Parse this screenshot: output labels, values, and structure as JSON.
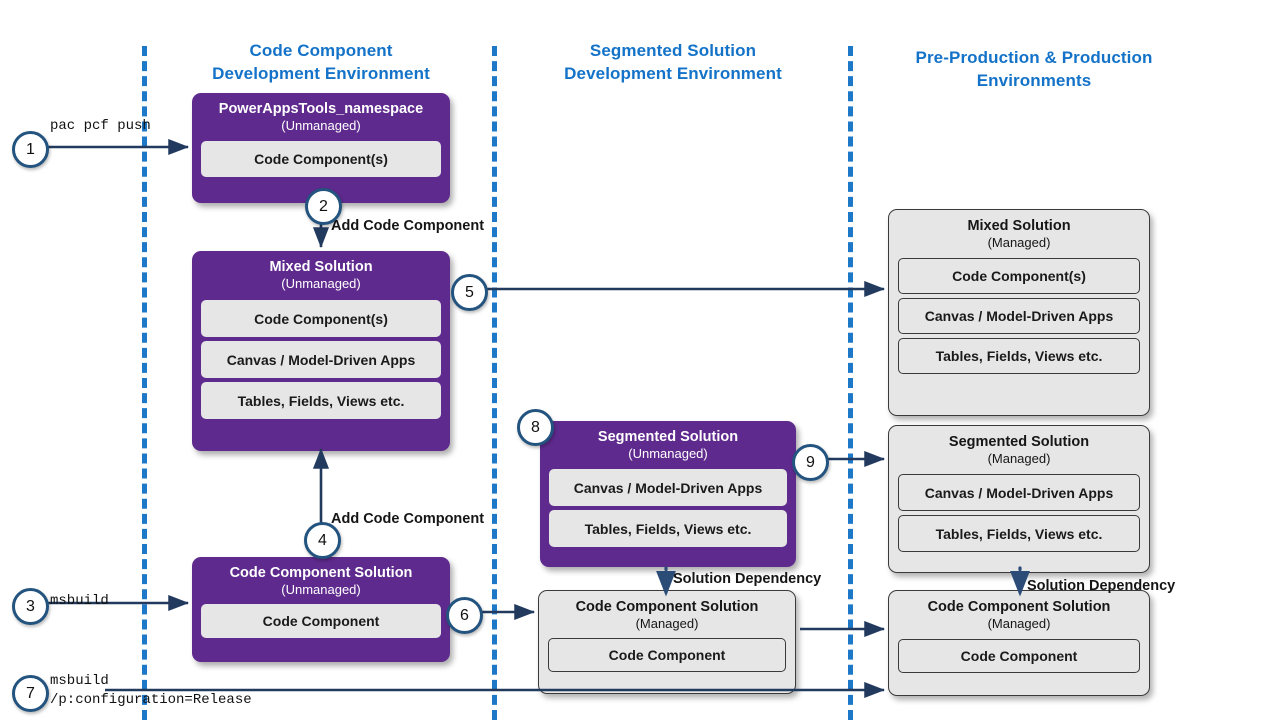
{
  "columns": [
    {
      "title_line1": "Code Component",
      "title_line2": "Development Environment"
    },
    {
      "title_line1": "Segmented Solution",
      "title_line2": "Development Environment"
    },
    {
      "title_line1": "Pre-Production & Production",
      "title_line2": "Environments"
    }
  ],
  "colors": {
    "unmanaged_fill": "#5F2A8E",
    "managed_fill": "#E6E6E6",
    "header_blue": "#1473C8",
    "divider_blue": "#1E78C8",
    "circle_ring": "#23537F",
    "connector": "#223A5E"
  },
  "boxes": {
    "powerapps_tools": {
      "title": "PowerAppsTools_namespace",
      "subtitle": "(Unmanaged)",
      "items": [
        "Code Component(s)"
      ]
    },
    "mixed_unmanaged": {
      "title": "Mixed Solution",
      "subtitle": "(Unmanaged)",
      "items": [
        "Code Component(s)",
        "Canvas / Model-Driven Apps",
        "Tables, Fields, Views etc."
      ]
    },
    "code_component_solution_unmanaged": {
      "title": "Code Component Solution",
      "subtitle": "(Unmanaged)",
      "items": [
        "Code Component"
      ]
    },
    "segmented_unmanaged": {
      "title": "Segmented Solution",
      "subtitle": "(Unmanaged)",
      "items": [
        "Canvas / Model-Driven Apps",
        "Tables, Fields, Views etc."
      ]
    },
    "code_component_solution_managed_mid": {
      "title": "Code Component Solution",
      "subtitle": "(Managed)",
      "items": [
        "Code Component"
      ]
    },
    "mixed_managed": {
      "title": "Mixed Solution",
      "subtitle": "(Managed)",
      "items": [
        "Code Component(s)",
        "Canvas / Model-Driven Apps",
        "Tables, Fields, Views etc."
      ]
    },
    "segmented_managed": {
      "title": "Segmented Solution",
      "subtitle": "(Managed)",
      "items": [
        "Canvas / Model-Driven Apps",
        "Tables, Fields, Views etc."
      ]
    },
    "code_component_solution_managed_right": {
      "title": "Code Component Solution",
      "subtitle": "(Managed)",
      "items": [
        "Code Component"
      ]
    }
  },
  "steps": [
    {
      "n": "1"
    },
    {
      "n": "2"
    },
    {
      "n": "3"
    },
    {
      "n": "4"
    },
    {
      "n": "5"
    },
    {
      "n": "6"
    },
    {
      "n": "7"
    },
    {
      "n": "8"
    },
    {
      "n": "9"
    }
  ],
  "labels": {
    "cmd_pac_pcf_push": "pac pcf push",
    "cmd_msbuild": "msbuild",
    "cmd_msbuild_release_1": "msbuild",
    "cmd_msbuild_release_2": "/p:configuration=Release",
    "add_code_component_top": "Add Code Component",
    "add_code_component_bottom": "Add Code Component",
    "solution_dependency_mid": "Solution Dependency",
    "solution_dependency_right": "Solution Dependency"
  }
}
